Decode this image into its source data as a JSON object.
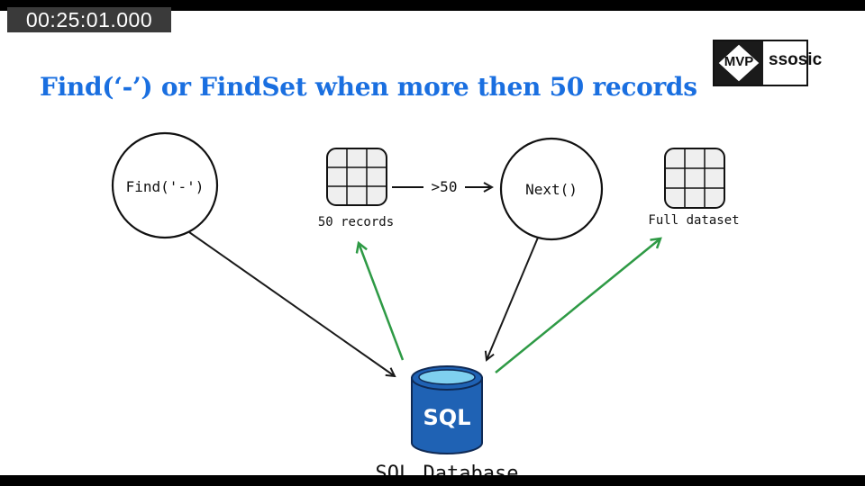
{
  "overlay": {
    "timestamp": "00:25:01.000"
  },
  "slide": {
    "title": "Find(‘-’) or FindSet when more then 50 records",
    "logo": {
      "badge": "MVP",
      "name": "ssosic"
    }
  },
  "diagram": {
    "find_node": "Find('-')",
    "next_node": "Next()",
    "grid_left_label": "50 records",
    "grid_right_label": "Full dataset",
    "edge_label": ">50",
    "db_icon_text": "SQL",
    "db_label": "SQL Database"
  },
  "colors": {
    "title": "#1a6fe0",
    "db": "#1f62b4",
    "arrow_green": "#2e9a45"
  }
}
